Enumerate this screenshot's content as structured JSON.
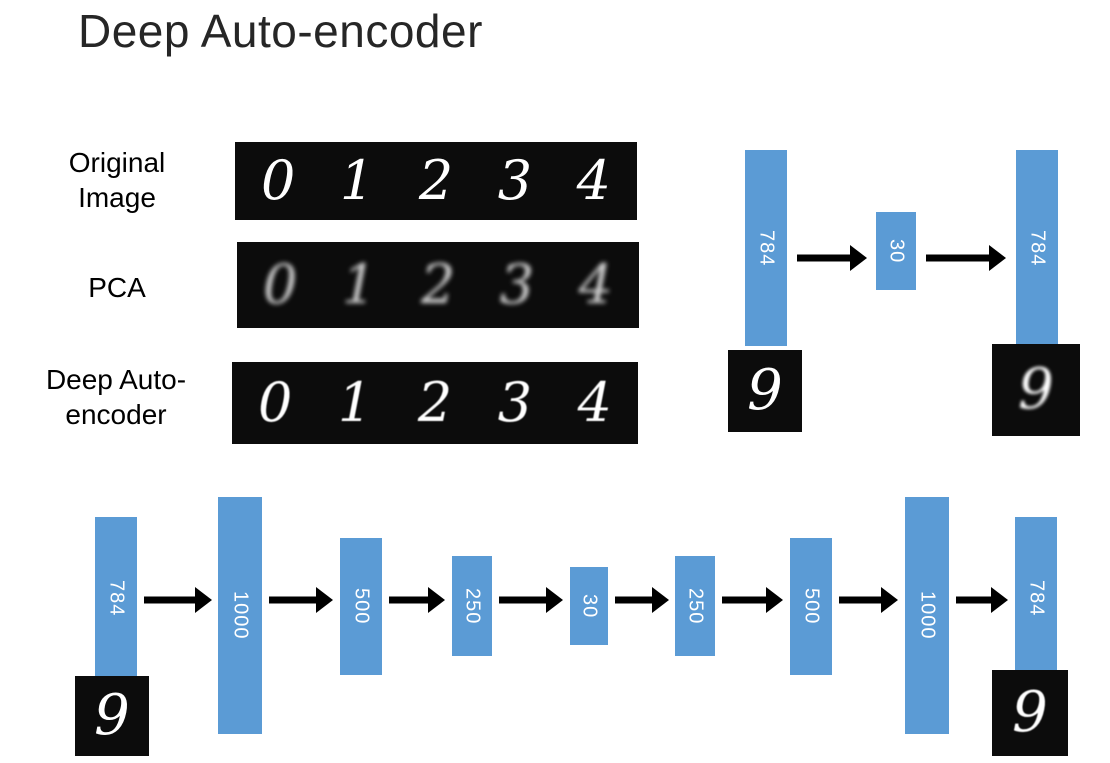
{
  "slide": {
    "title": "Deep Auto-encoder"
  },
  "comparison": {
    "rows": [
      {
        "label": "Original Image",
        "digits": [
          "0",
          "1",
          "2",
          "3",
          "4"
        ]
      },
      {
        "label": "PCA",
        "digits": [
          "0",
          "1",
          "2",
          "3",
          "4"
        ]
      },
      {
        "label": "Deep Auto-encoder",
        "digits": [
          "0",
          "1",
          "2",
          "3",
          "4"
        ]
      }
    ]
  },
  "pca_network": {
    "layers": [
      "784",
      "30",
      "784"
    ],
    "input_digit": "9",
    "output_digit": "9"
  },
  "deep_network": {
    "layers": [
      "784",
      "1000",
      "500",
      "250",
      "30",
      "250",
      "500",
      "1000",
      "784"
    ],
    "input_digit": "9",
    "output_digit": "9"
  },
  "colors": {
    "layer_fill": "#5b9bd5",
    "arrow": "#000000",
    "image_background": "#0c0c0c",
    "digit_color": "#ffffff"
  }
}
